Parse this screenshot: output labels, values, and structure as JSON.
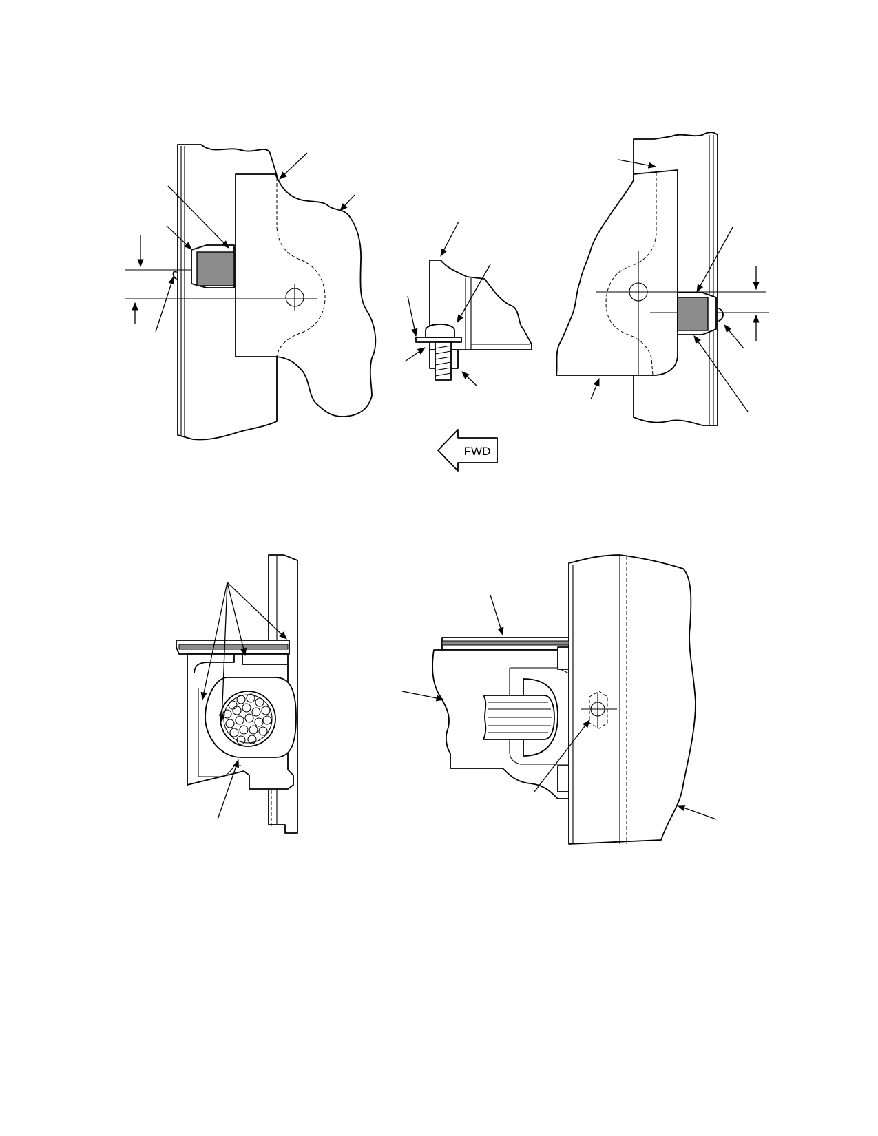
{
  "figure": {
    "direction_indicator": {
      "label": "FWD",
      "points": "left",
      "icon": "arrow-left-icon"
    },
    "views": [
      {
        "id": "upper-left-clip-view"
      },
      {
        "id": "upper-center-screw-detail"
      },
      {
        "id": "upper-right-clip-view"
      },
      {
        "id": "lower-left-cable-clamp-section"
      },
      {
        "id": "lower-right-clamp-installation-view"
      }
    ],
    "colors": {
      "line": "#000000",
      "cushion_fill": "#8c8c8c",
      "background": "#ffffff"
    }
  }
}
